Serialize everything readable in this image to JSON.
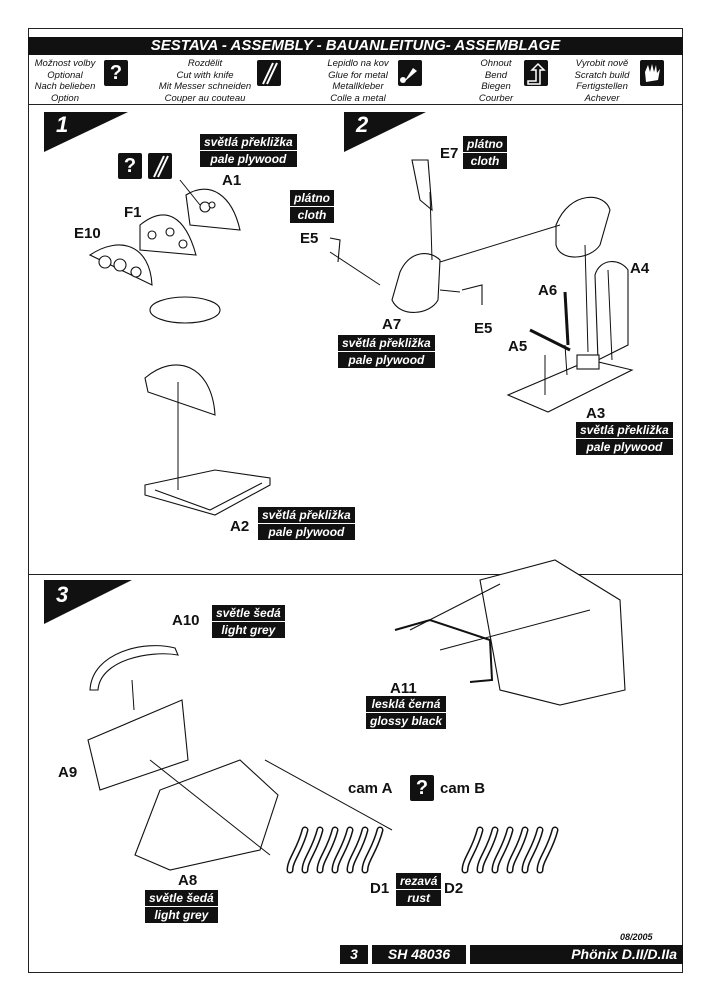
{
  "header": {
    "title": "SESTAVA -  ASSEMBLY - BAUANLEITUNG- ASSEMBLAGE"
  },
  "legend": [
    {
      "lines": [
        "Možnost volby",
        "Optional",
        "Nach belieben",
        "Option"
      ],
      "icon": "question-icon"
    },
    {
      "lines": [
        "Rozdělit",
        "Cut with knife",
        "Mit Messer schneiden",
        "Couper au couteau"
      ],
      "icon": "knife-icon"
    },
    {
      "lines": [
        "Lepidlo na kov",
        "Glue for metal",
        "Metallkleber",
        "Colle a metal"
      ],
      "icon": "glue-icon"
    },
    {
      "lines": [
        "Ohnout",
        "Bend",
        "Biegen",
        "Courber"
      ],
      "icon": "bend-icon"
    },
    {
      "lines": [
        "Vyrobit nově",
        "Scratch build",
        "Fertigstellen",
        "Achever"
      ],
      "icon": "hand-icon"
    }
  ],
  "steps": {
    "s1": "1",
    "s2": "2",
    "s3": "3"
  },
  "labels": {
    "A1": "A1",
    "F1": "F1",
    "E10": "E10",
    "A2": "A2",
    "E7": "E7",
    "E5a": "E5",
    "E5b": "E5",
    "A7": "A7",
    "A6": "A6",
    "A5": "A5",
    "A4": "A4",
    "A3": "A3",
    "A10": "A10",
    "A9": "A9",
    "A8": "A8",
    "A11": "A11",
    "camA": "cam A",
    "camB": "cam B",
    "D1": "D1",
    "D2": "D2"
  },
  "tags": {
    "ply1": [
      "světlá překližka",
      "pale plywood"
    ],
    "ply2": [
      "světlá překližka",
      "pale plywood"
    ],
    "ply3": [
      "světlá překližka",
      "pale plywood"
    ],
    "ply4": [
      "světlá překližka",
      "pale plywood"
    ],
    "cloth1": [
      "plátno",
      "cloth"
    ],
    "cloth2": [
      "plátno",
      "cloth"
    ],
    "grey1": [
      "světle šedá",
      "light grey"
    ],
    "grey2": [
      "světle šedá",
      "light grey"
    ],
    "black": [
      "lesklá černá",
      "glossy black"
    ],
    "rust": [
      "rezavá",
      "rust"
    ]
  },
  "footer": {
    "page": "3",
    "code": "SH 48036",
    "model": "Phönix D.II/D.IIa",
    "date": "08/2005"
  }
}
